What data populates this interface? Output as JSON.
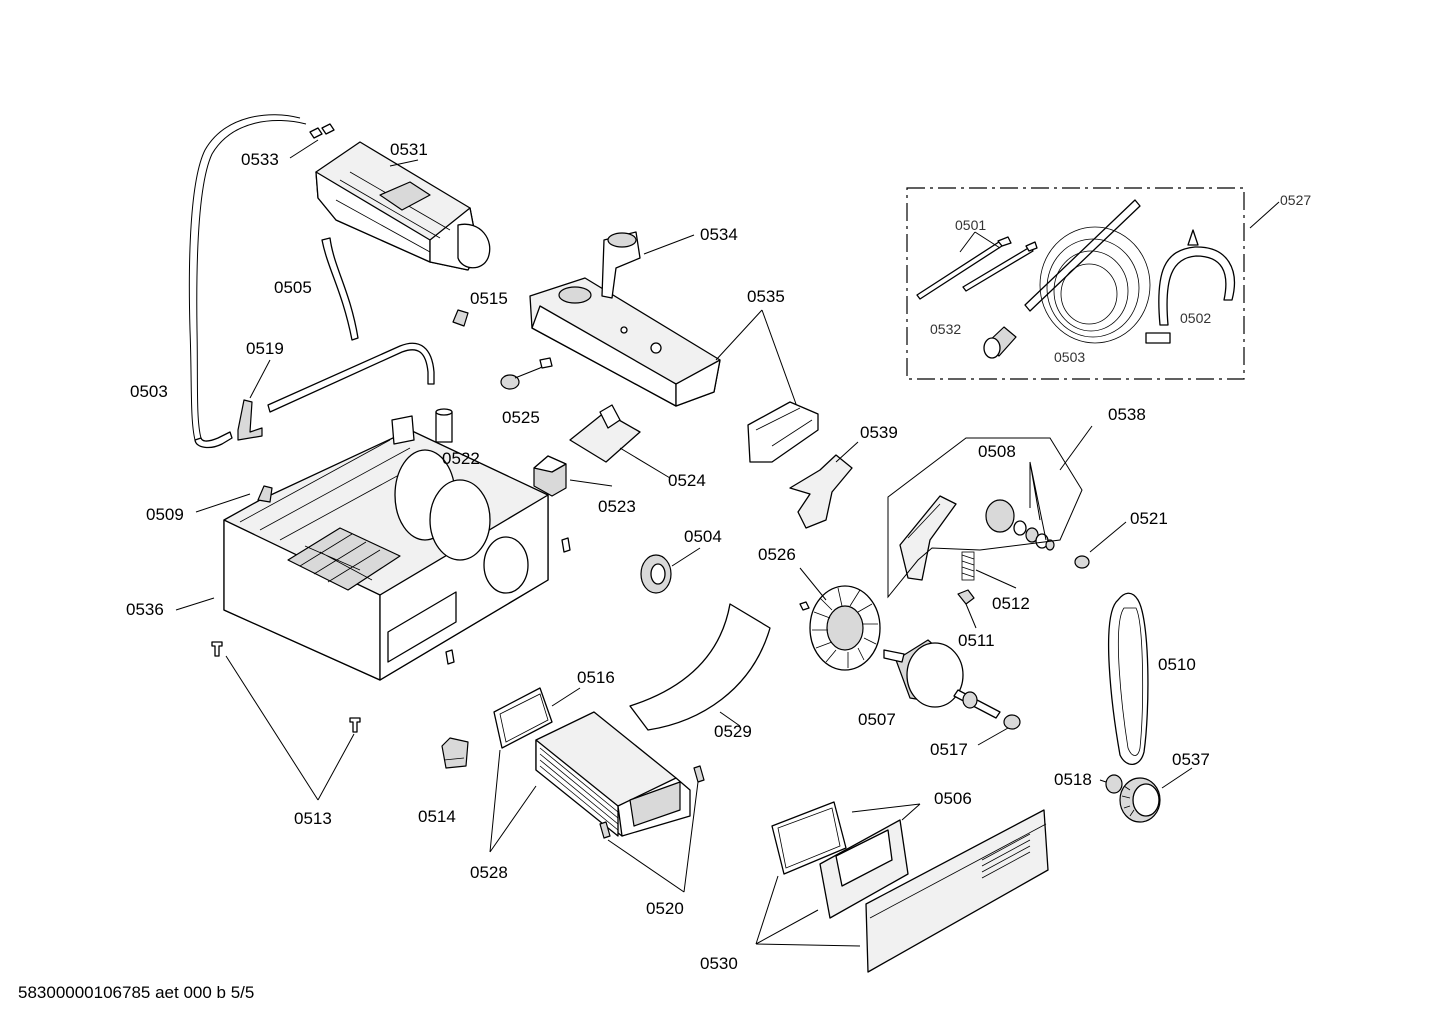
{
  "labels": {
    "l0533": "0533",
    "l0531": "0531",
    "l0534": "0534",
    "l0527": "0527",
    "l0501": "0501",
    "l0532": "0532",
    "l0503_kit": "0503",
    "l0502": "0502",
    "l0505": "0505",
    "l0515": "0515",
    "l0535": "0535",
    "l0519": "0519",
    "l0503": "0503",
    "l0525": "0525",
    "l0538": "0538",
    "l0539": "0539",
    "l0508": "0508",
    "l0522": "0522",
    "l0524": "0524",
    "l0523": "0523",
    "l0509": "0509",
    "l0521": "0521",
    "l0504": "0504",
    "l0526": "0526",
    "l0512": "0512",
    "l0536": "0536",
    "l0511": "0511",
    "l0510": "0510",
    "l0516": "0516",
    "l0507": "0507",
    "l0529": "0529",
    "l0517": "0517",
    "l0537": "0537",
    "l0518": "0518",
    "l0506": "0506",
    "l0514": "0514",
    "l0513": "0513",
    "l0528": "0528",
    "l0520": "0520",
    "l0530": "0530"
  },
  "footer": {
    "document_id": "58300000106785 aet 000 b 5/5"
  }
}
